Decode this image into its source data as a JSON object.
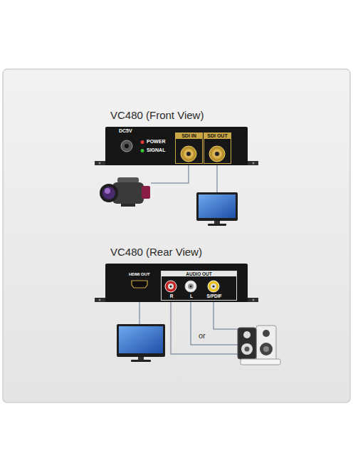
{
  "diagram": {
    "nodes": [
      {
        "text": [
          "VC480 (Front View)",
          "DC5V",
          "POWER",
          "SIGNAL"
        ]
      },
      {
        "text": [
          "SDI IN"
        ],
        "in": 0
      },
      {
        "text": [
          "SDI OUT"
        ],
        "in": 0
      },
      {
        "text": [
          "VC480 (Rear View)",
          "HDMI OUT"
        ]
      },
      {
        "text": [
          "AUDIO OUT",
          "R",
          "L",
          "S/PDIF"
        ],
        "in": 3
      }
    ],
    "labels": [
      "or"
    ]
  }
}
